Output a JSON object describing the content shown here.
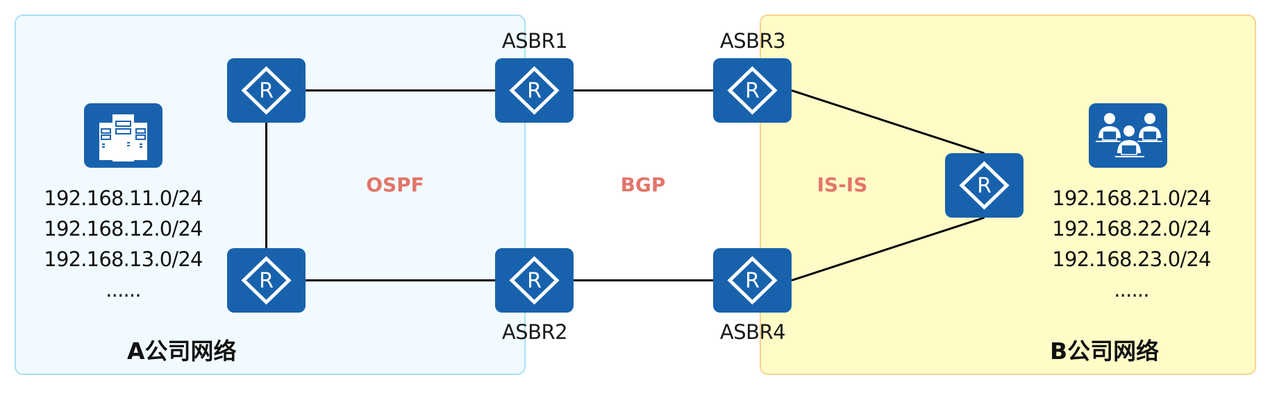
{
  "diagram": {
    "title": "Inter-company routing topology",
    "colors": {
      "router": "#1862ad",
      "protocol_label": "#e2756a",
      "panel_a_fill": "#f1fbff",
      "panel_a_border": "#a9dff1",
      "panel_b_fill": "#fffcc8",
      "panel_b_border": "#f7d48c",
      "link": "#000000"
    },
    "panels": {
      "a": {
        "label": "A公司网络",
        "icon": "server-rack-icon",
        "subnets": [
          "192.168.11.0/24",
          "192.168.12.0/24",
          "192.168.13.0/24",
          "......"
        ]
      },
      "b": {
        "label": "B公司网络",
        "icon": "users-workstation-icon",
        "subnets": [
          "192.168.21.0/24",
          "192.168.22.0/24",
          "192.168.23.0/24",
          "......"
        ]
      }
    },
    "protocols": {
      "ospf": "OSPF",
      "bgp": "BGP",
      "isis": "IS-IS"
    },
    "routers": [
      {
        "id": "ra1",
        "label": "",
        "area": "A"
      },
      {
        "id": "ra2",
        "label": "",
        "area": "A"
      },
      {
        "id": "asbr1",
        "label": "ASBR1",
        "area": "A"
      },
      {
        "id": "asbr2",
        "label": "ASBR2",
        "area": "A"
      },
      {
        "id": "asbr3",
        "label": "ASBR3",
        "area": "B"
      },
      {
        "id": "asbr4",
        "label": "ASBR4",
        "area": "B"
      },
      {
        "id": "rb1",
        "label": "",
        "area": "B"
      }
    ],
    "router_glyph": "R",
    "links": [
      [
        "ra1",
        "asbr1"
      ],
      [
        "ra1",
        "ra2"
      ],
      [
        "ra2",
        "asbr2"
      ],
      [
        "asbr1",
        "asbr3"
      ],
      [
        "asbr2",
        "asbr4"
      ],
      [
        "asbr3",
        "rb1"
      ],
      [
        "asbr4",
        "rb1"
      ]
    ]
  }
}
